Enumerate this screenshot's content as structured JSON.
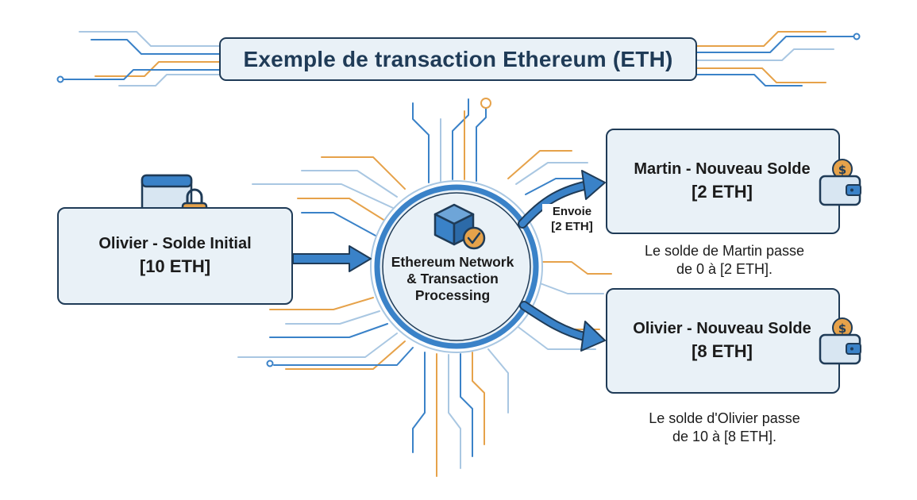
{
  "title": "Exemple de transaction Ethereum (ETH)",
  "sender": {
    "name": "Olivier - Solde Initial",
    "amount": "[10 ETH]"
  },
  "network": {
    "label_line1": "Ethereum Network",
    "label_line2": "& Transaction",
    "label_line3": "Processing"
  },
  "transfer": {
    "label_line1": "Envoie",
    "label_line2": "[2 ETH]"
  },
  "recipient": {
    "name": "Martin - Nouveau Solde",
    "amount": "[2 ETH]",
    "note_line1": "Le solde de Martin passe",
    "note_line2": "de 0 à [2 ETH]."
  },
  "sender_after": {
    "name": "Olivier - Nouveau Solde",
    "amount": "[8 ETH]",
    "note_line1": "Le solde d'Olivier passe",
    "note_line2": "de 10 à [8 ETH]."
  },
  "colors": {
    "navy": "#1f3b57",
    "blue": "#3a82c8",
    "orange": "#e6a24a",
    "light_blue": "#a9c7e2",
    "box_fill": "#e9f1f7"
  }
}
